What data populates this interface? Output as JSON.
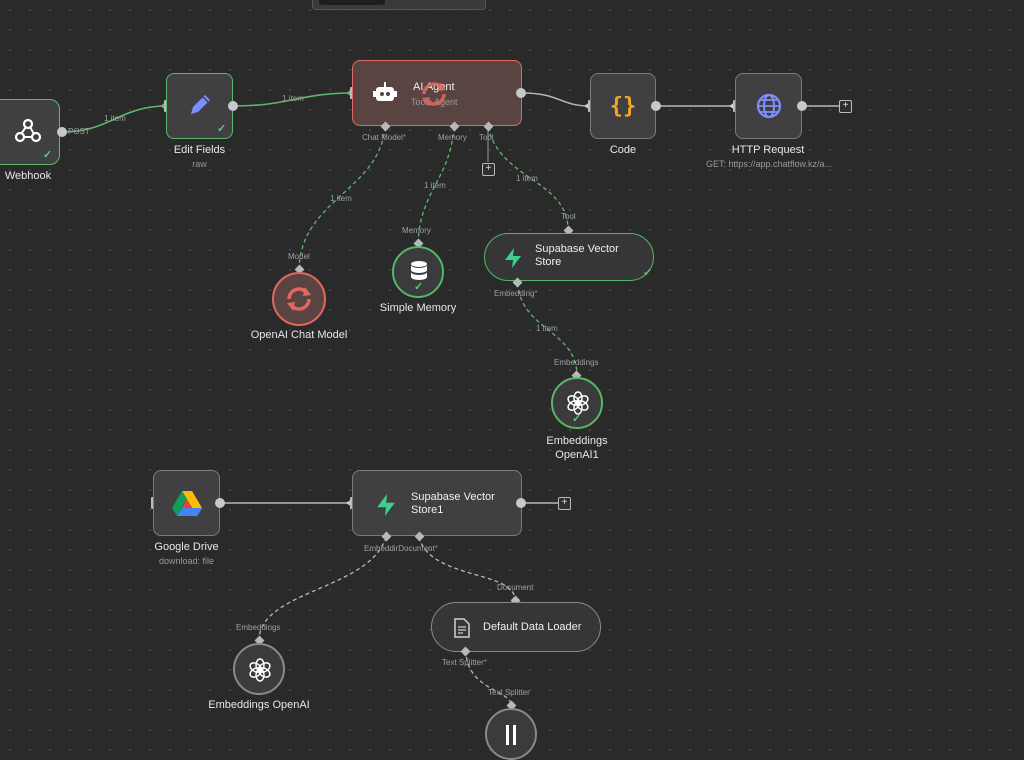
{
  "nodes": {
    "webhook": {
      "label": "Webhook",
      "port": "POST"
    },
    "edit_fields": {
      "label": "Edit Fields",
      "sub": "raw"
    },
    "ai_agent": {
      "label": "AI Agent",
      "sub": "Tools Agent",
      "ports": {
        "chat_model": "Chat Model",
        "memory": "Memory",
        "tool": "Tool"
      }
    },
    "code": {
      "label": "Code"
    },
    "http_request": {
      "label": "HTTP Request",
      "sub": "GET: https://app.chatflow.kz/a..."
    },
    "openai_chat": {
      "label": "OpenAI Chat Model",
      "port": "Model"
    },
    "simple_memory": {
      "label": "Simple Memory",
      "port": "Memory"
    },
    "supabase_vs": {
      "label_line1": "Supabase Vector",
      "label_line2": "Store",
      "port_top": "Tool",
      "port_bottom": "Embedding"
    },
    "emb_openai1": {
      "label_line1": "Embeddings",
      "label_line2": "OpenAI1",
      "port": "Embeddings"
    },
    "google_drive": {
      "label": "Google Drive",
      "sub": "download: file"
    },
    "supabase_vs1": {
      "label_line1": "Supabase Vector",
      "label_line2": "Store1",
      "port_embedding": "Embeddir",
      "port_document": "Document"
    },
    "emb_openai": {
      "label": "Embeddings OpenAI",
      "port": "Embeddings"
    },
    "data_loader": {
      "label": "Default Data Loader",
      "port_top": "Document",
      "port_bottom": "Text Splitter"
    },
    "text_splitter": {
      "port": "Text Splitter"
    }
  },
  "edges": {
    "webhook_edit": "1 item",
    "edit_agent": "1 item",
    "chat_model": "1 item",
    "memory": "1 item",
    "tool": "1 item",
    "embedding": "1 item"
  },
  "required_mark": "*",
  "add_symbol": "+",
  "check_symbol": "✓",
  "colors": {
    "canvas": "#2a2a2b",
    "node_fill": "#404042",
    "success": "#5fb868",
    "error": "#e2675e",
    "agent_icon": "#ffffff",
    "edit_icon": "#7e8dff",
    "code_icon": "#f5a623",
    "http_icon": "#7e8dff",
    "supabase_icon": "#3ecf8e"
  }
}
